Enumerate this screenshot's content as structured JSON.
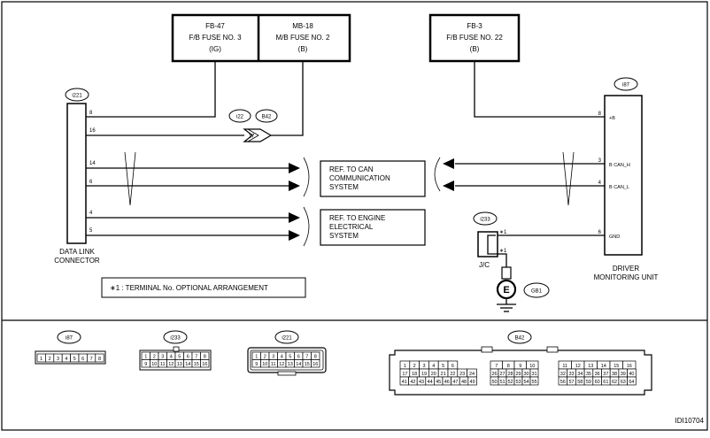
{
  "fuses": {
    "fb47": {
      "line1": "FB-47",
      "line2": "F/B FUSE NO. 3",
      "line3": "(IG)"
    },
    "mb18": {
      "line1": "MB-18",
      "line2": "M/B FUSE NO. 2",
      "line3": "(B)"
    },
    "fb3": {
      "line1": "FB-3",
      "line2": "F/B FUSE NO. 22",
      "line3": "(B)"
    }
  },
  "dlc": {
    "code": "i221",
    "name_line1": "DATA LINK",
    "name_line2": "CONNECTOR",
    "pins": {
      "p8": "8",
      "p16": "16",
      "p14": "14",
      "p6": "6",
      "p4": "4",
      "p5": "5"
    }
  },
  "relay": {
    "c1": "i22",
    "c2": "B42",
    "pin": "17"
  },
  "dmu": {
    "code": "i87",
    "name_line1": "DRIVER",
    "name_line2": "MONITORING UNIT",
    "pins": {
      "p8": "8",
      "p3": "3",
      "p4": "4",
      "p6": "6"
    },
    "signals": {
      "s8": "+B",
      "s3": "B CAN_H",
      "s4": "B CAN_L",
      "s6": "GND"
    }
  },
  "refs": {
    "can": {
      "line1": "REF. TO CAN",
      "line2": "COMMUNICATION",
      "line3": "SYSTEM"
    },
    "engine": {
      "line1": "REF. TO ENGINE",
      "line2": "ELECTRICAL",
      "line3": "SYSTEM"
    }
  },
  "jc": {
    "code": "i233",
    "label": "J/C",
    "mark1": "∗1",
    "mark2": "∗1"
  },
  "ground": {
    "code": "GB1",
    "symbol": "E"
  },
  "note": "∗1   : TERMINAL No. OPTIONAL ARRANGEMENT",
  "connectors": {
    "i87": {
      "label": "i87",
      "rows": [
        [
          "1",
          "2",
          "3",
          "4",
          "5",
          "6",
          "7",
          "8"
        ]
      ]
    },
    "i233": {
      "label": "i233",
      "rows": [
        [
          "1",
          "2",
          "3",
          "4",
          "5",
          "6",
          "7",
          "8"
        ],
        [
          "9",
          "10",
          "11",
          "12",
          "13",
          "14",
          "15",
          "16"
        ]
      ]
    },
    "i221": {
      "label": "i221",
      "rows": [
        [
          "1",
          "2",
          "3",
          "4",
          "5",
          "6",
          "7",
          "8"
        ],
        [
          "9",
          "10",
          "11",
          "12",
          "13",
          "14",
          "15",
          "16"
        ]
      ]
    },
    "b42": {
      "label": "B42",
      "left": [
        [
          "1",
          "2",
          "3",
          "4",
          "5",
          "6"
        ],
        [
          "17",
          "18",
          "19",
          "20",
          "21",
          "22",
          "23",
          "24"
        ],
        [
          "41",
          "42",
          "43",
          "44",
          "45",
          "46",
          "47",
          "48",
          "49"
        ]
      ],
      "mid": [
        [
          "7",
          "8",
          "9",
          "10"
        ],
        [
          "26",
          "27",
          "28",
          "29",
          "30",
          "31"
        ],
        [
          "50",
          "51",
          "52",
          "53",
          "54",
          "55"
        ]
      ],
      "right": [
        [
          "11",
          "12",
          "13",
          "14",
          "15",
          "16"
        ],
        [
          "32",
          "33",
          "34",
          "35",
          "36",
          "37",
          "38",
          "39",
          "40"
        ],
        [
          "56",
          "57",
          "58",
          "59",
          "60",
          "61",
          "62",
          "63",
          "64"
        ]
      ]
    }
  },
  "figure_id": "IDI10704"
}
